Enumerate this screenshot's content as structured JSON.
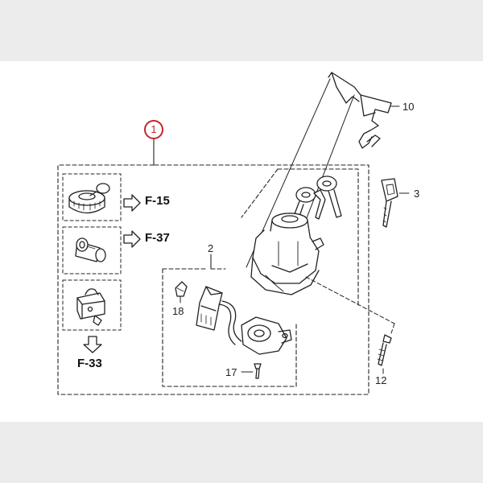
{
  "assembly": {
    "number": "1",
    "accent_color": "#c0272d"
  },
  "refs": [
    {
      "id": "ref-f15",
      "text": "F-15"
    },
    {
      "id": "ref-f37",
      "text": "F-37"
    },
    {
      "id": "ref-f33",
      "text": "F-33"
    }
  ],
  "callouts": {
    "p2": "2",
    "p3": "3",
    "p10": "10",
    "p12": "12",
    "p17": "17",
    "p18": "18"
  },
  "parts": [
    "fuel-cap-icon",
    "seat-lock-cylinder-icon",
    "helmet-holder-lock-icon",
    "ignition-switch-icon",
    "key-set-icon",
    "key-blank-icon",
    "bracket-icon",
    "screw-icon",
    "switch-connector-icon",
    "cable-clamp-icon"
  ]
}
